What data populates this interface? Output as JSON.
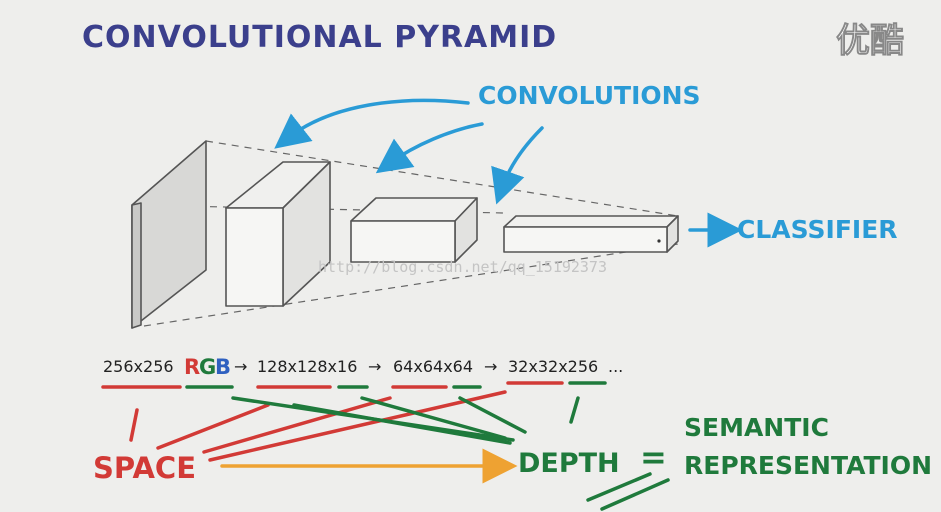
{
  "title": "CONVOLUTIONAL PYRAMID",
  "watermark_logo": "优酷",
  "watermark_url": "http://blog.csdn.net/qq_15192373",
  "labels": {
    "convolutions": "CONVOLUTIONS",
    "classifier": "CLASSIFIER",
    "space": "SPACE",
    "depth": "DEPTH",
    "equals": "=",
    "semantic": "SEMANTIC",
    "representation": "REPRESENTATION"
  },
  "dims": {
    "d1": "256x256",
    "r": "R",
    "g": "G",
    "b": "B",
    "arrow1": "→",
    "d2": "128x128x16",
    "arrow2": "→",
    "d3": "64x64x64",
    "arrow3": "→",
    "d4": "32x32x256",
    "ellipsis": "..."
  },
  "colors": {
    "title": "#3b3f8c",
    "blue": "#2a9bd6",
    "red": "#d23a36",
    "green": "#1f7a3c",
    "orange": "#eea232",
    "rgb_blue": "#2e60c0",
    "outline": "#5a5a5a"
  }
}
